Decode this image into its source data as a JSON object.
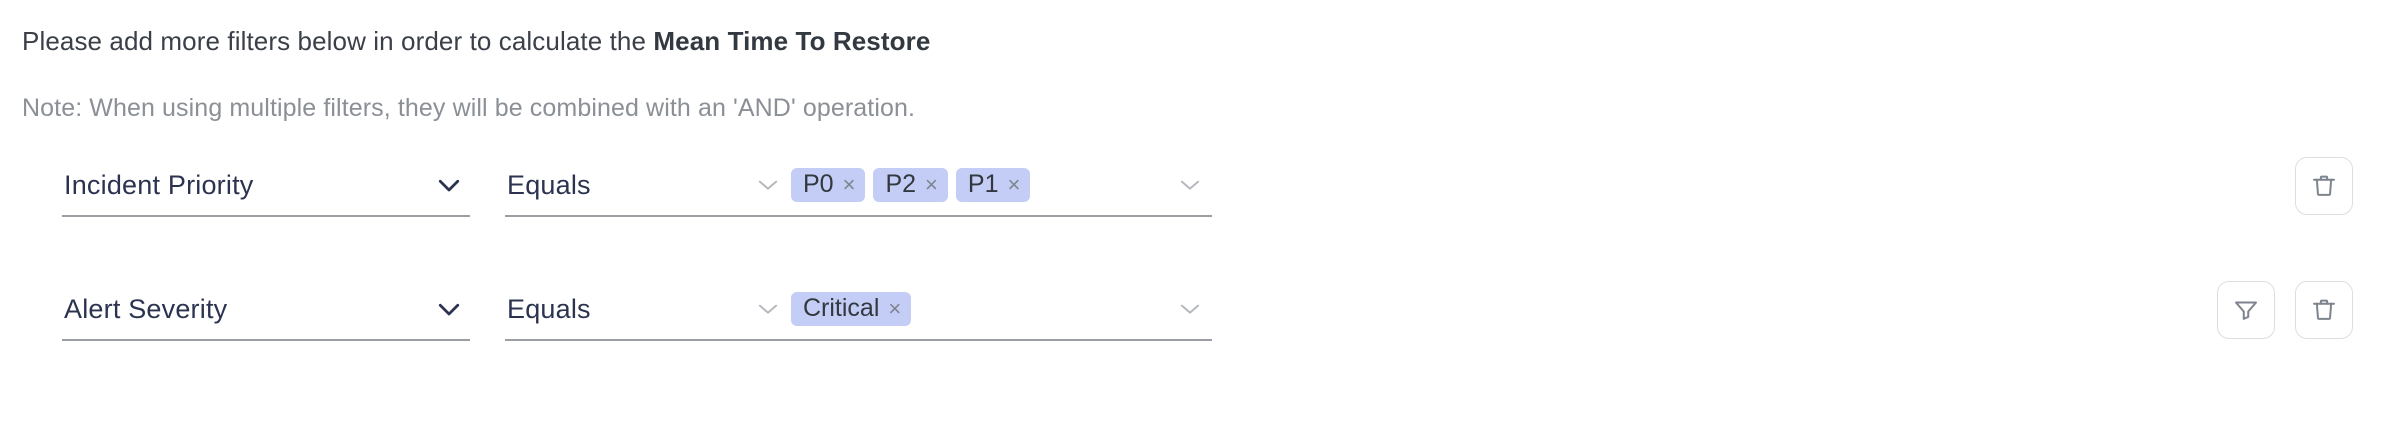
{
  "heading": {
    "text_before": "Please add more filters below in order to calculate the ",
    "metric": "Mean Time To Restore"
  },
  "note": {
    "text": "Note: When using multiple filters, they will be combined with an 'AND' operation."
  },
  "colors": {
    "chip_background": "#c3cdf5",
    "field_text": "#2b3350",
    "note_text": "#8b8f96",
    "underline": "#9b9ea3",
    "icon_border": "#dcdee1",
    "icon_stroke": "#7d848d"
  },
  "filters": [
    {
      "field": "Incident Priority",
      "field_chevron": "chevron-down-icon",
      "operator": "Equals",
      "operator_chevron": "chevron-down-icon",
      "values": [
        {
          "label": "P0",
          "remove": "×"
        },
        {
          "label": "P2",
          "remove": "×"
        },
        {
          "label": "P1",
          "remove": "×"
        }
      ],
      "value_chevron": "chevron-down-icon",
      "actions": [
        {
          "name": "delete-filter-button",
          "icon": "trash-icon"
        }
      ]
    },
    {
      "field": "Alert Severity",
      "field_chevron": "chevron-down-icon",
      "operator": "Equals",
      "operator_chevron": "chevron-down-icon",
      "values": [
        {
          "label": "Critical",
          "remove": "×"
        }
      ],
      "value_chevron": "chevron-down-icon",
      "actions": [
        {
          "name": "add-filter-button",
          "icon": "funnel-icon"
        },
        {
          "name": "delete-filter-button",
          "icon": "trash-icon"
        }
      ]
    }
  ]
}
